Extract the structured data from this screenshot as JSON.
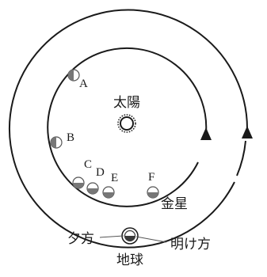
{
  "labels": {
    "sun": "太陽",
    "venus": "金星",
    "earth": "地球",
    "evening": "夕方",
    "dawn": "明け方",
    "A": "A",
    "B": "B",
    "C": "C",
    "D": "D",
    "E": "E",
    "F": "F"
  },
  "colors": {
    "line": "#1a1a1a",
    "venus_fill": "#8a8a8a",
    "earth_dark": "#3a3a3a"
  }
}
